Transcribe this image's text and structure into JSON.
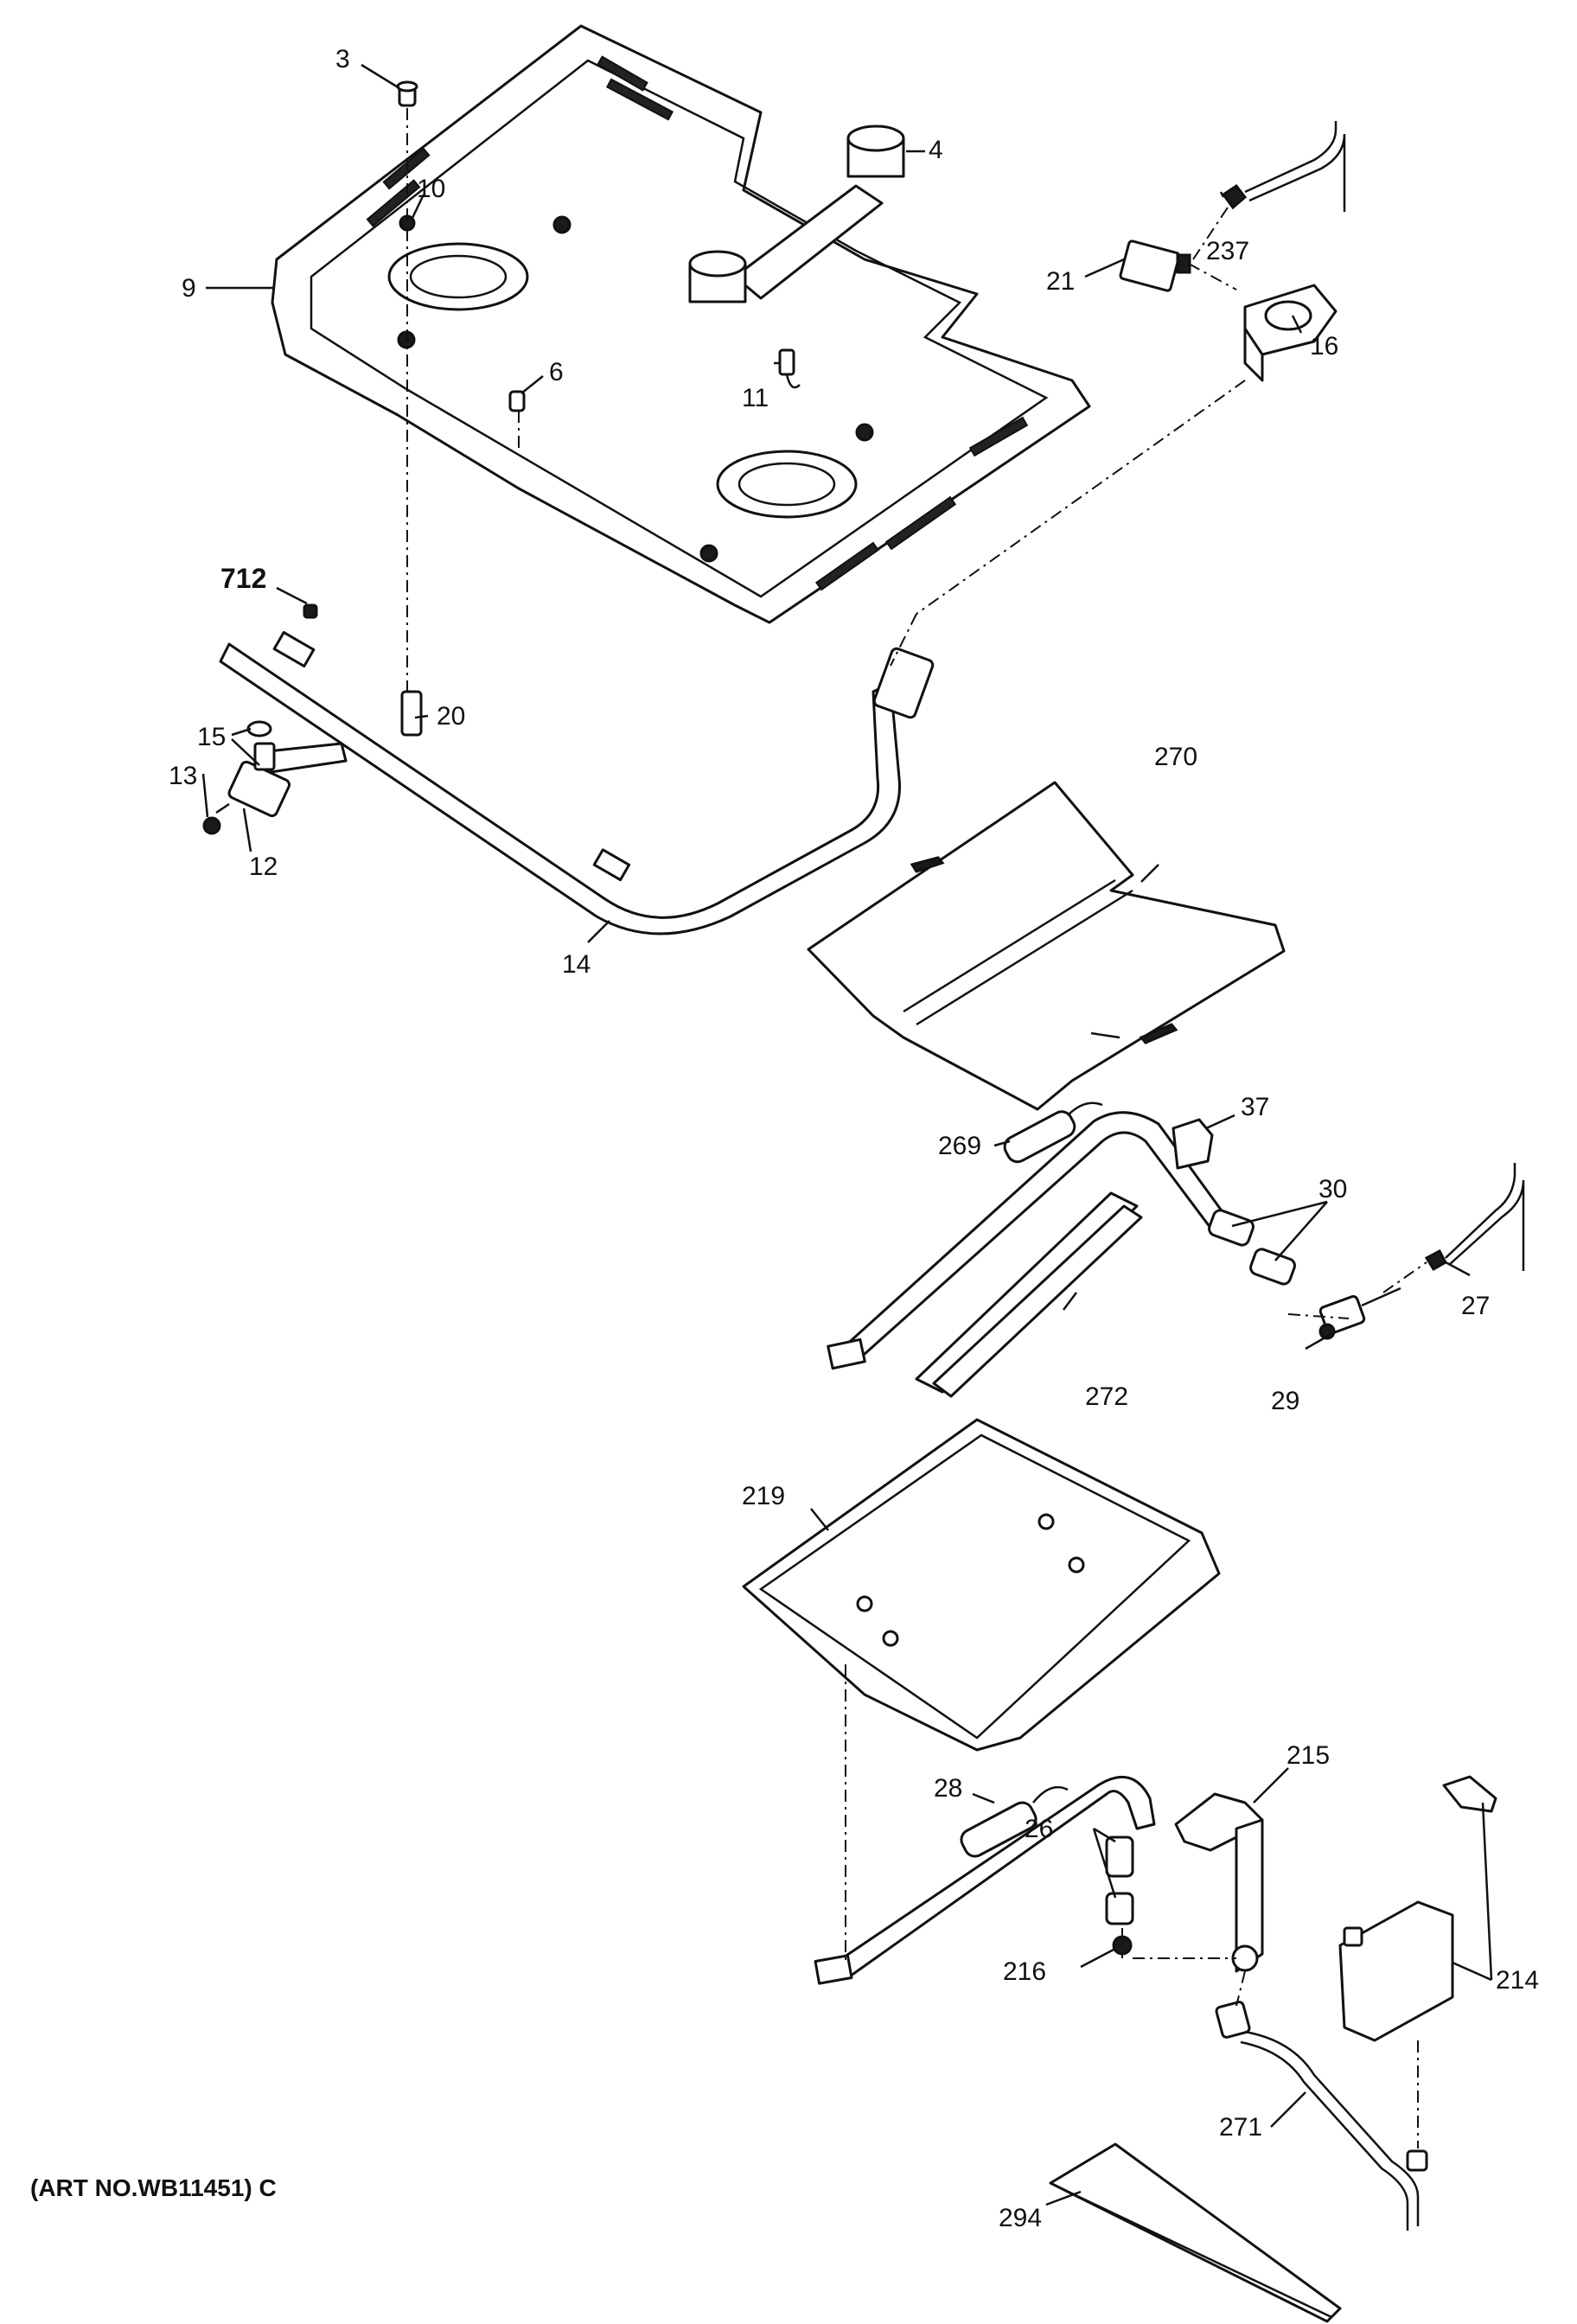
{
  "diagram": {
    "art_number": "(ART NO.WB11451) C",
    "callouts": {
      "c3": "3",
      "c4": "4",
      "c6": "6",
      "c9": "9",
      "c10": "10",
      "c11": "11",
      "c12": "12",
      "c13": "13",
      "c14": "14",
      "c15": "15",
      "c16": "16",
      "c20": "20",
      "c21": "21",
      "c26": "26",
      "c27": "27",
      "c28": "28",
      "c29": "29",
      "c30": "30",
      "c37": "37",
      "c214": "214",
      "c215": "215",
      "c216": "216",
      "c219": "219",
      "c237": "237",
      "c269": "269",
      "c270": "270",
      "c271": "271",
      "c272": "272",
      "c294": "294",
      "c712": "712"
    }
  }
}
